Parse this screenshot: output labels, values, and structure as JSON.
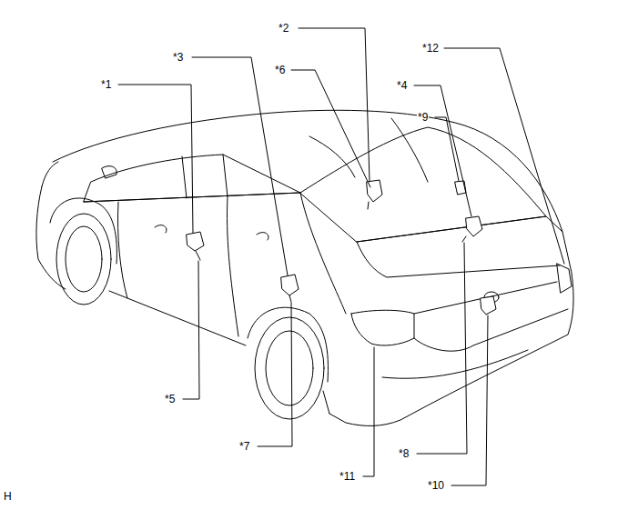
{
  "diagram": {
    "labels": [
      "*2",
      "*12",
      "*3",
      "*6",
      "*1",
      "*4",
      "*9",
      "*5",
      "*7",
      "*11",
      "*8",
      "*10",
      "H"
    ]
  }
}
